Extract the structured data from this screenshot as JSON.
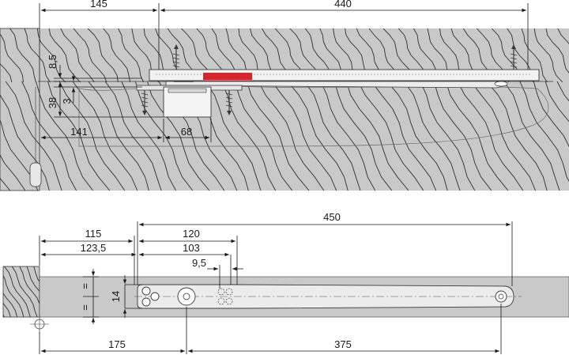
{
  "colors": {
    "wood": "#c9c9c9",
    "grain": "#2f2f2f",
    "steel": "#ececec",
    "outline": "#3a3a3a",
    "accent_red": "#d4262c",
    "dim_line": "#1a1a1a"
  },
  "top_view": {
    "dims": {
      "w145": "145",
      "w440": "440",
      "h8_5": "8,5",
      "h38": "38",
      "h3": "3",
      "w141": "141",
      "w68": "68"
    }
  },
  "bottom_view": {
    "dims": {
      "w115": "115",
      "w120": "120",
      "w450": "450",
      "w123_5": "123,5",
      "w103": "103",
      "w9_5": "9,5",
      "h14": "14",
      "w175": "175",
      "w375": "375",
      "eq_top": "=",
      "eq_bottom": "="
    }
  }
}
